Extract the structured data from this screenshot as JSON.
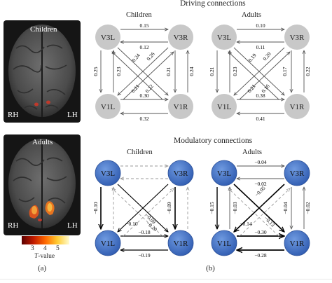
{
  "panel_a": {
    "letter": "(a)",
    "children_label": "Children",
    "adults_label": "Adults",
    "rh": "RH",
    "lh": "LH",
    "colorbar": {
      "ticks": [
        "3",
        "4",
        "5"
      ],
      "label_t": "T",
      "label_rest": "-value"
    }
  },
  "panel_b": {
    "letter": "(b)",
    "driving_title": "Driving connections",
    "modulatory_title": "Modulatory connections",
    "children": "Children",
    "adults": "Adults"
  },
  "nodes": [
    "V3L",
    "V3R",
    "V1L",
    "V1R"
  ],
  "colors": {
    "driving_node": "#c8c8c8",
    "modulatory_node": "#3f6fc0",
    "arrow": "#555555",
    "dashed_arrow": "#9a9a9a",
    "strong_arrow": "#000000"
  },
  "driving_children": {
    "top1": "0.15",
    "top2": "0.12",
    "bot1": "0.30",
    "bot2": "0.32",
    "left1": "0.25",
    "left2": "0.23",
    "right1": "0.21",
    "right2": "0.24",
    "d1": "0.24",
    "d2": "0.26",
    "d3": "0.21",
    "d4": "0.22"
  },
  "driving_adults": {
    "top1": "0.10",
    "top2": "0.11",
    "bot1": "0.38",
    "bot2": "0.41",
    "left1": "0.21",
    "left2": "0.23",
    "right1": "0.17",
    "right2": "0.22",
    "d1": "0.19",
    "d2": "0.20",
    "d3": "0.21",
    "d4": "0.16"
  },
  "mod_children": {
    "left": "−0.10",
    "right": "−0.09",
    "bot1": "−0.18",
    "bot2": "−0.19",
    "d1": "−0.10",
    "d2": "−0.09",
    "d3": "−0.20"
  },
  "mod_adults": {
    "top1": "−0.04",
    "top2": "−0.02",
    "left1": "−0.15",
    "left2": "−0.03",
    "right1": "−0.04",
    "right2": "−0.02",
    "bot1": "−0.30",
    "bot2": "−0.28",
    "d1": "−0.05",
    "d2": "−0.14",
    "d3": "−0.13"
  }
}
